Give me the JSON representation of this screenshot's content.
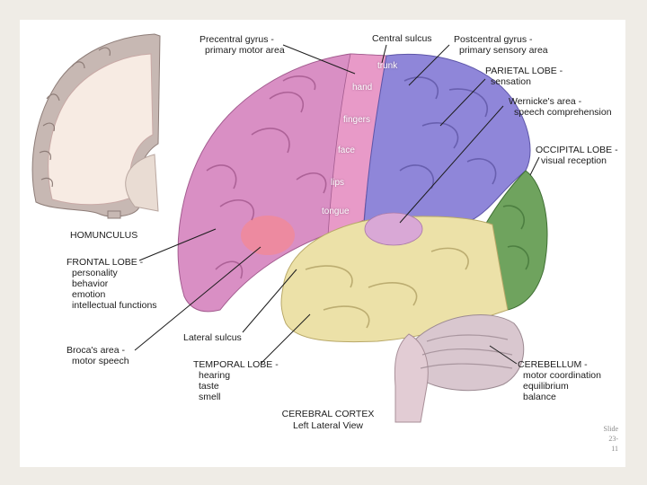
{
  "labels": {
    "precentral": {
      "title": "Precentral gyrus -",
      "sub": "primary motor area"
    },
    "central_sulcus": "Central sulcus",
    "postcentral": {
      "title": "Postcentral gyrus -",
      "sub": "primary sensory area"
    },
    "parietal": {
      "title": "PARIETAL LOBE -",
      "sub": "sensation"
    },
    "wernicke": {
      "title": "Wernicke's area -",
      "sub": "speech comprehension"
    },
    "occipital": {
      "title": "OCCIPITAL LOBE -",
      "sub": "visual reception"
    },
    "homunculus": "HOMUNCULUS",
    "frontal": {
      "title": "FRONTAL LOBE -",
      "items": [
        "personality",
        "behavior",
        "emotion",
        "intellectual functions"
      ]
    },
    "lateral_sulcus": "Lateral sulcus",
    "broca": {
      "title": "Broca's area -",
      "sub": "motor speech"
    },
    "temporal": {
      "title": "TEMPORAL LOBE -",
      "items": [
        "hearing",
        "taste",
        "smell"
      ]
    },
    "cerebellum": {
      "title": "CEREBELLUM -",
      "items": [
        "motor coordination",
        "equilibrium",
        "balance"
      ]
    },
    "caption": {
      "line1": "CEREBRAL CORTEX",
      "line2": "Left Lateral View"
    }
  },
  "motor_strip": [
    "trunk",
    "hand",
    "fingers",
    "face",
    "lips",
    "tongue"
  ],
  "slide_number": {
    "line1": "Slide",
    "line2": "23-",
    "line3": "11"
  },
  "colors": {
    "frontal": "#d98fc4",
    "motor_strip": "#e89ac8",
    "parietal": "#8f86d9",
    "occipital": "#6fa35e",
    "temporal": "#ece1a8",
    "wernicke": "#d9a8d6",
    "broca": "#f08a9a",
    "cerebellum": "#d9c7cf",
    "homunculus_cortex": "#f6e6de"
  }
}
